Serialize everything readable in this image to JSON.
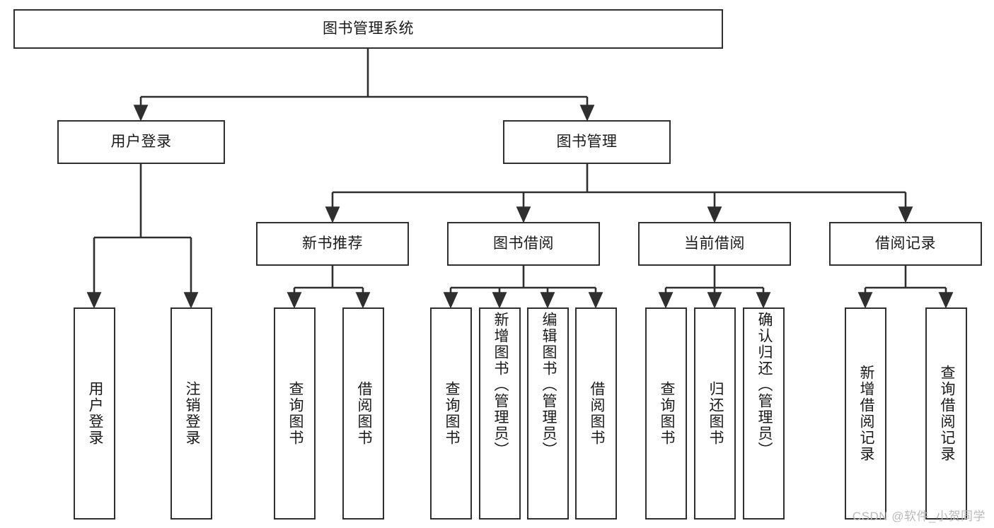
{
  "diagram": {
    "type": "tree",
    "title": "图书管理系统",
    "stroke_color": "#2f2f2f",
    "fill_color": "#ffffff",
    "text_color": "#1a1a1a",
    "nodes": {
      "root": {
        "label": "图书管理系统"
      },
      "login": {
        "label": "用户登录"
      },
      "book_mgmt": {
        "label": "图书管理"
      },
      "new_book_rec": {
        "label": "新书推荐"
      },
      "book_borrow": {
        "label": "图书借阅"
      },
      "current_borrow": {
        "label": "当前借阅"
      },
      "borrow_record": {
        "label": "借阅记录"
      },
      "leaf_user_login": {
        "label": "用户登录"
      },
      "leaf_logout": {
        "label": "注销登录"
      },
      "leaf_query_book_1": {
        "label": "查询图书"
      },
      "leaf_borrow_book_1": {
        "label": "借阅图书"
      },
      "leaf_query_book_2": {
        "label": "查询图书"
      },
      "leaf_add_book": {
        "label": "新增图书（管理员）"
      },
      "leaf_edit_book": {
        "label": "编辑图书（管理员）"
      },
      "leaf_borrow_book_2": {
        "label": "借阅图书"
      },
      "leaf_query_book_3": {
        "label": "查询图书"
      },
      "leaf_return_book": {
        "label": "归还图书"
      },
      "leaf_confirm_return": {
        "label": "确认归还（管理员）"
      },
      "leaf_add_record": {
        "label": "新增借阅记录"
      },
      "leaf_query_record": {
        "label": "查询借阅记录"
      }
    },
    "edges": [
      {
        "from": "root",
        "to": "login"
      },
      {
        "from": "root",
        "to": "book_mgmt"
      },
      {
        "from": "login",
        "to": "leaf_user_login"
      },
      {
        "from": "login",
        "to": "leaf_logout"
      },
      {
        "from": "book_mgmt",
        "to": "new_book_rec"
      },
      {
        "from": "book_mgmt",
        "to": "book_borrow"
      },
      {
        "from": "book_mgmt",
        "to": "current_borrow"
      },
      {
        "from": "book_mgmt",
        "to": "borrow_record"
      },
      {
        "from": "new_book_rec",
        "to": "leaf_query_book_1"
      },
      {
        "from": "new_book_rec",
        "to": "leaf_borrow_book_1"
      },
      {
        "from": "book_borrow",
        "to": "leaf_query_book_2"
      },
      {
        "from": "book_borrow",
        "to": "leaf_add_book"
      },
      {
        "from": "book_borrow",
        "to": "leaf_edit_book"
      },
      {
        "from": "book_borrow",
        "to": "leaf_borrow_book_2"
      },
      {
        "from": "current_borrow",
        "to": "leaf_query_book_3"
      },
      {
        "from": "current_borrow",
        "to": "leaf_return_book"
      },
      {
        "from": "current_borrow",
        "to": "leaf_confirm_return"
      },
      {
        "from": "borrow_record",
        "to": "leaf_add_record"
      },
      {
        "from": "borrow_record",
        "to": "leaf_query_record"
      }
    ]
  },
  "watermark": {
    "text": "CSDN @软件_小贺同学"
  }
}
